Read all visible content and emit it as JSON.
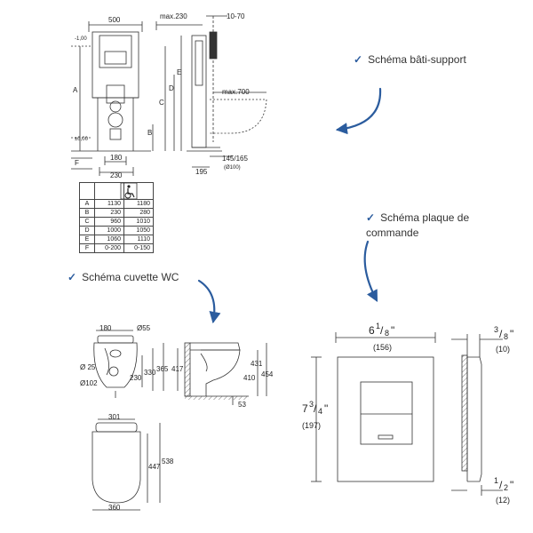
{
  "captions": {
    "bati": "Schéma bâti-support",
    "plaque_1": "Schéma plaque de",
    "plaque_2": "commande",
    "cuvette": "Schéma cuvette WC"
  },
  "accent_color": "#2b5c9e",
  "frame_dims": {
    "top_width": "500",
    "max_230": "max.230",
    "range_10_70": "10-70",
    "max_700": "max.700",
    "minus_100": "-1,00",
    "plus_000": "±0,00",
    "w180": "180",
    "w230": "230",
    "d195": "195",
    "d145_165": "145/165",
    "d100": "(Ø100)",
    "A": "A",
    "B": "B",
    "C": "C",
    "D": "D",
    "E": "E",
    "F": "F"
  },
  "spec_table": {
    "icon": "wheelchair-icon",
    "rows": [
      {
        "key": "A",
        "v1": "1130",
        "v2": "1180"
      },
      {
        "key": "B",
        "v1": "230",
        "v2": "280"
      },
      {
        "key": "C",
        "v1": "960",
        "v2": "1010"
      },
      {
        "key": "D",
        "v1": "1000",
        "v2": "1050"
      },
      {
        "key": "E",
        "v1": "1060",
        "v2": "1110"
      },
      {
        "key": "F",
        "v1": "0-200",
        "v2": "0-150"
      }
    ]
  },
  "bowl_dims": {
    "w180": "180",
    "d55": "Ø55",
    "d25": "Ø 25",
    "d102": "Ø102",
    "h230": "230",
    "h330": "330",
    "h365": "365",
    "h417": "417",
    "h431": "431",
    "h410": "410",
    "h454": "454",
    "d53": "53",
    "w301": "301",
    "l447": "447",
    "l538": "538",
    "w360": "360"
  },
  "plate_dims": {
    "width_whole": "6",
    "width_num": "1",
    "width_den": "8",
    "width_mm": "(156)",
    "height_whole": "7",
    "height_num": "3",
    "height_den": "4",
    "height_mm": "(197)",
    "top_num": "3",
    "top_den": "8",
    "top_mm": "(10)",
    "bot_num": "1",
    "bot_den": "2",
    "bot_mm": "(12)"
  }
}
